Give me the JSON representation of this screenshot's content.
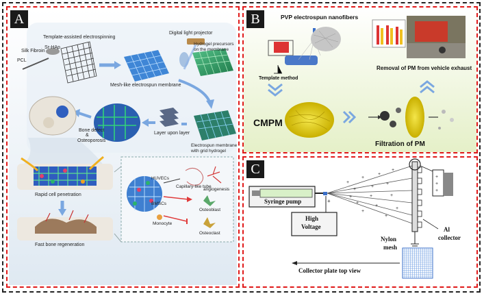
{
  "panels": {
    "a": {
      "badge": "A",
      "labels": {
        "template": "Template-assisted electrospinning",
        "silk": "Silk Fibroin",
        "srhap": "Sr-HAp",
        "pcl": "PCL",
        "dlp": "Digital light projector",
        "hydrogel_pre": "Hydrogel precursors",
        "on_membrane": "on the membrane",
        "mesh": "Mesh-like electrospun membrane",
        "bone_defect": "Bone defect",
        "amp": "&",
        "osteoporosis": "Osteoporosis",
        "layer": "Layer upon layer",
        "electro": "Electrospun membrane",
        "with_grid": "with grid hydrogel",
        "rapid": "Rapid cell penetration",
        "fast": "Fast bone regeneration",
        "huvecs": "HUVECs",
        "capillary": "Capillary-like tube",
        "angiogenesis": "angiogenesis",
        "bmscs": "BMSCs",
        "osteoblast": "Osteoblast",
        "monocyte": "Monocyte",
        "osteoclast": "Osteoclast"
      }
    },
    "b": {
      "badge": "B",
      "labels": {
        "pvp": "PVP electrospun nanofibers",
        "removal": "Removal of PM from vehicle exhaust",
        "template": "Template method",
        "cmpm": "CMPM",
        "filtration": "Filtration of PM"
      }
    },
    "c": {
      "badge": "C",
      "labels": {
        "syringe": "Syringe pump",
        "high": "High",
        "voltage": "Voltage",
        "nylon": "Nylon",
        "mesh": "mesh",
        "al": "Al",
        "collector": "collector",
        "top_view": "Collector plate top view"
      }
    }
  }
}
